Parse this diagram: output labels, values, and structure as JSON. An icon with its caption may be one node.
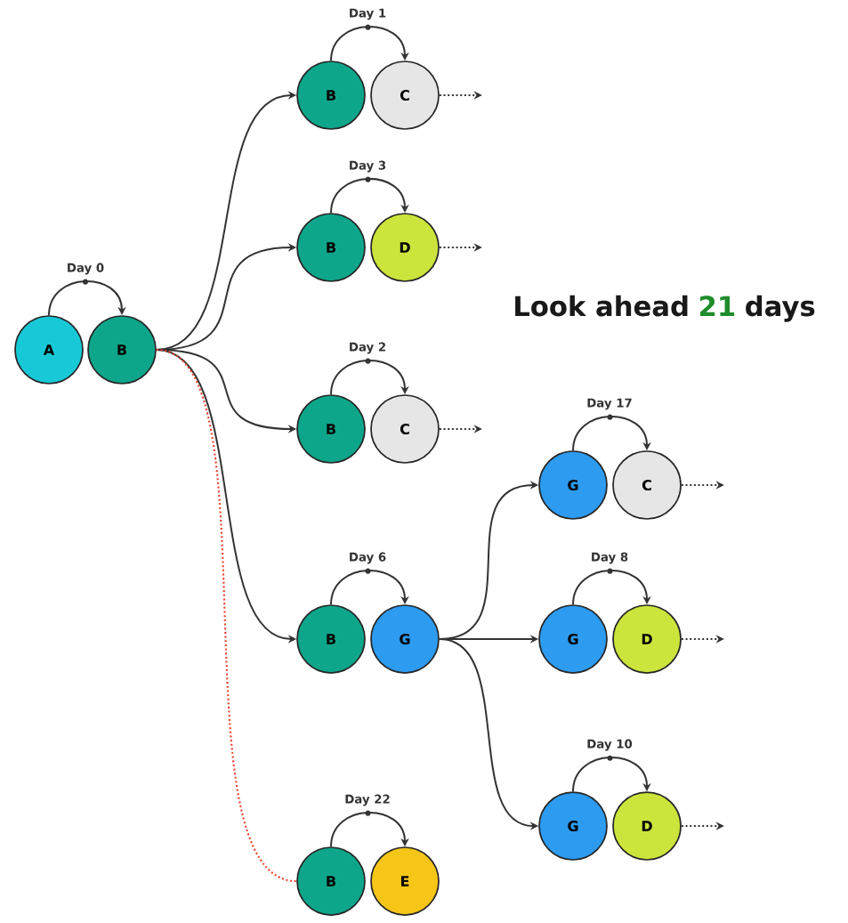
{
  "diagram": {
    "nodes": [
      {
        "text": [
          "A"
        ]
      },
      {
        "text": [
          "B"
        ]
      },
      {
        "text": [
          "B"
        ]
      },
      {
        "text": [
          "C"
        ]
      },
      {
        "text": [
          "B"
        ]
      },
      {
        "text": [
          "D"
        ]
      },
      {
        "text": [
          "B"
        ]
      },
      {
        "text": [
          "C"
        ]
      },
      {
        "text": [
          "B"
        ]
      },
      {
        "text": [
          "G"
        ]
      },
      {
        "text": [
          "G"
        ]
      },
      {
        "text": [
          "C"
        ]
      },
      {
        "text": [
          "G"
        ]
      },
      {
        "text": [
          "D"
        ]
      },
      {
        "text": [
          "G"
        ]
      },
      {
        "text": [
          "D"
        ]
      },
      {
        "text": [
          "B"
        ]
      },
      {
        "text": [
          "E"
        ]
      }
    ],
    "edges": [
      {
        "from": 0,
        "to": 1,
        "arrow": "to",
        "label": "Day 0"
      },
      {
        "from": 2,
        "to": 3,
        "arrow": "to",
        "label": "Day 1"
      },
      {
        "from": 4,
        "to": 5,
        "arrow": "to",
        "label": "Day 3"
      },
      {
        "from": 6,
        "to": 7,
        "arrow": "to",
        "label": "Day 2"
      },
      {
        "from": 8,
        "to": 9,
        "arrow": "to",
        "label": "Day 6"
      },
      {
        "from": 10,
        "to": 11,
        "arrow": "to",
        "label": "Day 17"
      },
      {
        "from": 12,
        "to": 13,
        "arrow": "to",
        "label": "Day 8"
      },
      {
        "from": 14,
        "to": 15,
        "arrow": "to",
        "label": "Day 10"
      },
      {
        "from": 16,
        "to": 17,
        "arrow": "to",
        "label": "Day 22"
      },
      {
        "from": 1,
        "to": 2,
        "arrow": "to"
      },
      {
        "from": 1,
        "to": 4,
        "arrow": "to"
      },
      {
        "from": 1,
        "to": 6,
        "arrow": "to"
      },
      {
        "from": 1,
        "to": 8,
        "arrow": "to"
      },
      {
        "from": 9,
        "to": 10,
        "arrow": "to"
      },
      {
        "from": 9,
        "to": 12,
        "arrow": "to"
      },
      {
        "from": 9,
        "to": 14,
        "arrow": "to"
      },
      {
        "from": 1,
        "to": 16,
        "arrow": "none",
        "style": "dashed",
        "color": "#e8412c"
      },
      {
        "from": 3,
        "to": null,
        "arrow": "to",
        "style": "dashed"
      },
      {
        "from": 5,
        "to": null,
        "arrow": "to",
        "style": "dashed"
      },
      {
        "from": 7,
        "to": null,
        "arrow": "to",
        "style": "dashed"
      },
      {
        "from": 11,
        "to": null,
        "arrow": "to",
        "style": "dashed"
      },
      {
        "from": 13,
        "to": null,
        "arrow": "to",
        "style": "dashed"
      },
      {
        "from": 15,
        "to": null,
        "arrow": "to",
        "style": "dashed"
      }
    ],
    "labels": [
      "Look ahead",
      "21",
      "days"
    ]
  }
}
